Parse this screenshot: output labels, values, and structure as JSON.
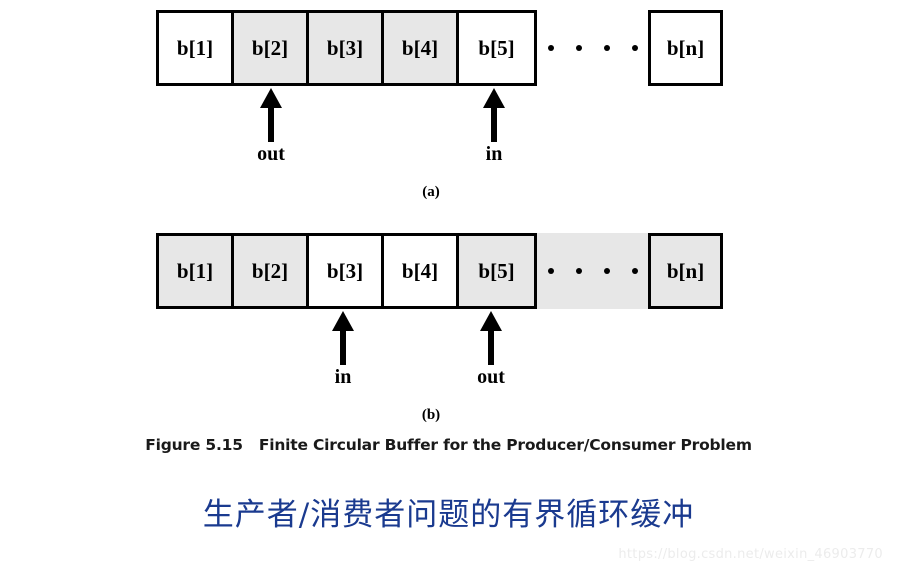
{
  "figure": {
    "caption_label": "Figure 5.15",
    "caption_title": "Finite Circular Buffer for the Producer/Consumer Problem",
    "translated_title": "生产者/消费者问题的有界循环缓冲",
    "watermark": "https://blog.csdn.net/weixin_46903770",
    "colors": {
      "shaded_cell": "#e7e7e7",
      "empty_cell": "#ffffff",
      "stroke": "#000000",
      "translated_title": "#1a3a8f",
      "watermark": "#ececec"
    }
  },
  "panels": [
    {
      "id": "panel-a",
      "sub_label": "(a)",
      "cells": [
        {
          "prefix": "b[",
          "index": "1",
          "suffix": "]",
          "shaded": false,
          "index_italic": false
        },
        {
          "prefix": "b[",
          "index": "2",
          "suffix": "]",
          "shaded": true,
          "index_italic": false
        },
        {
          "prefix": "b[",
          "index": "3",
          "suffix": "]",
          "shaded": true,
          "index_italic": false
        },
        {
          "prefix": "b[",
          "index": "4",
          "suffix": "]",
          "shaded": true,
          "index_italic": false
        },
        {
          "prefix": "b[",
          "index": "5",
          "suffix": "]",
          "shaded": false,
          "index_italic": false
        }
      ],
      "gap": {
        "dots": 4,
        "shaded": false
      },
      "tail_cell": {
        "prefix": "b[",
        "index": "n",
        "suffix": "]",
        "shaded": false,
        "index_italic": true
      },
      "pointers": [
        {
          "label": "out",
          "target_cell": "b[2]"
        },
        {
          "label": "in",
          "target_cell": "b[5]"
        }
      ]
    },
    {
      "id": "panel-b",
      "sub_label": "(b)",
      "cells": [
        {
          "prefix": "b[",
          "index": "1",
          "suffix": "]",
          "shaded": true,
          "index_italic": false
        },
        {
          "prefix": "b[",
          "index": "2",
          "suffix": "]",
          "shaded": true,
          "index_italic": false
        },
        {
          "prefix": "b[",
          "index": "3",
          "suffix": "]",
          "shaded": false,
          "index_italic": false
        },
        {
          "prefix": "b[",
          "index": "4",
          "suffix": "]",
          "shaded": false,
          "index_italic": false
        },
        {
          "prefix": "b[",
          "index": "5",
          "suffix": "]",
          "shaded": true,
          "index_italic": false
        }
      ],
      "gap": {
        "dots": 4,
        "shaded": true
      },
      "tail_cell": {
        "prefix": "b[",
        "index": "n",
        "suffix": "]",
        "shaded": true,
        "index_italic": true
      },
      "pointers": [
        {
          "label": "in",
          "target_cell": "b[3]"
        },
        {
          "label": "out",
          "target_cell": "b[5]"
        }
      ]
    }
  ]
}
